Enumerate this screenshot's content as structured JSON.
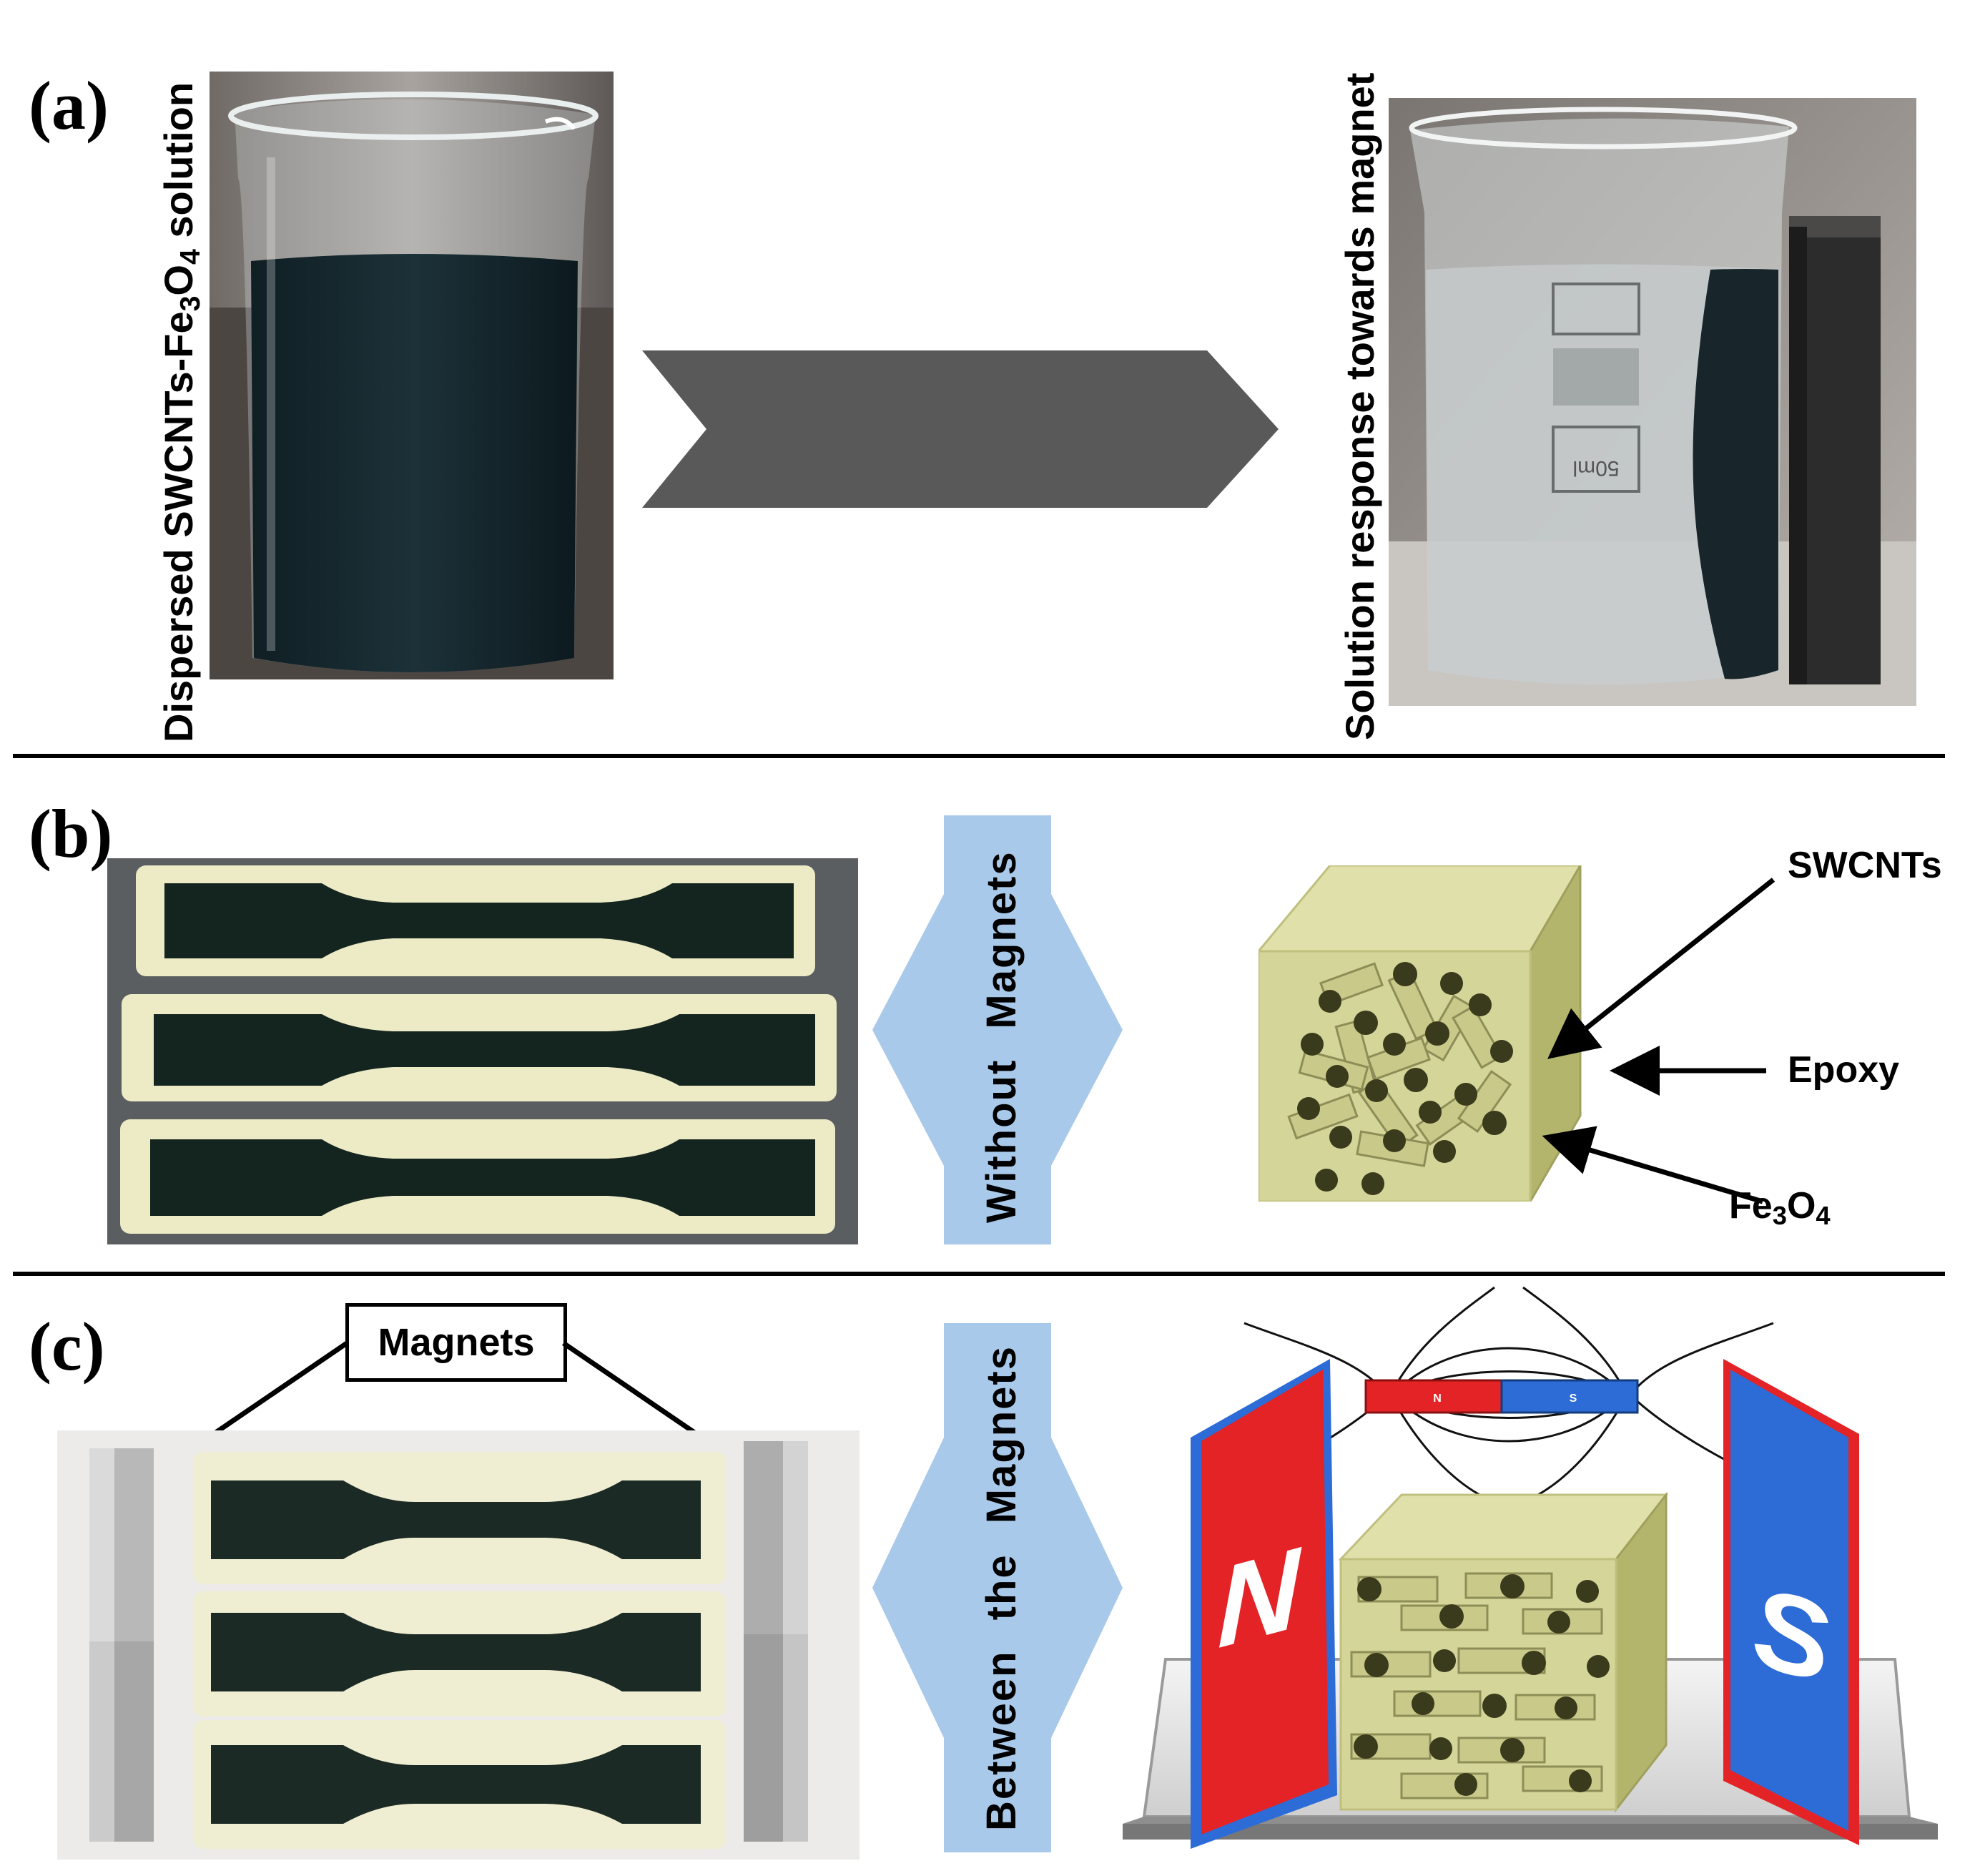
{
  "panel_a": {
    "label": "(a)",
    "left_caption_main": "Dispersed SWCNTs-Fe",
    "left_caption_sub1": "3",
    "left_caption_mid": "O",
    "left_caption_sub2": "4",
    "left_caption_end": " solution",
    "right_caption": "Solution response towards magnet",
    "beaker_marks": {
      "volume": "50ml"
    }
  },
  "panel_b": {
    "label": "(b)",
    "arrow_label": "Without  Magnets",
    "callouts": {
      "swcnts": "SWCNTs",
      "epoxy": "Epoxy",
      "fe_main": "Fe",
      "fe_sub1": "3",
      "fe_mid": "O",
      "fe_sub2": "4"
    }
  },
  "panel_c": {
    "label": "(c)",
    "magnets_box": "Magnets",
    "arrow_label": "Between  the  Magnets",
    "magnet_left_pole": "N",
    "magnet_right_pole": "S",
    "bar_magnet_n": "N",
    "bar_magnet_s": "S"
  },
  "colors": {
    "arrow_gray": "#555555",
    "light_blue": "#a9c9ea",
    "epoxy_green": "#d6d89c",
    "magnet_red": "#e42326",
    "magnet_blue": "#2d6bd6"
  }
}
